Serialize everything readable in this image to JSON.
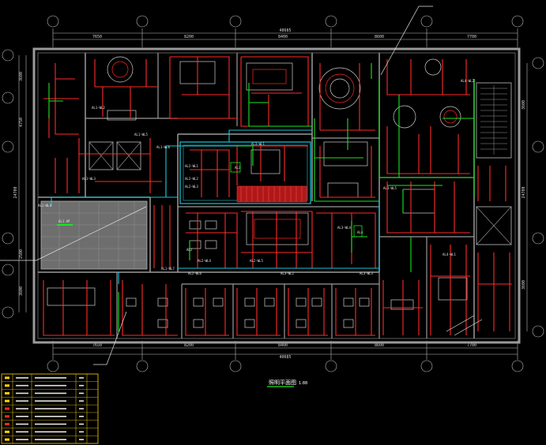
{
  "drawing": {
    "title": "照明平面图",
    "scale": "1:88",
    "colors": {
      "background": "#000000",
      "wall": "#9a9a9a",
      "axis": "#bdbdbd",
      "circuit_red": "#ff2a2a",
      "circuit_green": "#19e61e",
      "circuit_cyan": "#19c6d6",
      "label_white": "#e6e6e6",
      "legend_yellow": "#ffd400"
    }
  },
  "dimensions": {
    "top_total": "48685",
    "bottom_total": "40685",
    "top_segments": [
      "7650",
      "8200",
      "8400",
      "8600",
      "7700"
    ],
    "bottom_segments": [
      "7650",
      "8200",
      "8400",
      "8600",
      "7700"
    ],
    "left_segments": [
      "3600",
      "4750",
      "24700",
      "2500",
      "3600"
    ],
    "right_segments": [
      "3600",
      "24700",
      "3600"
    ]
  },
  "circuit_labels": [
    "AL1-WL2",
    "AL1-WL3",
    "AL1-WL4",
    "AL1-WL5",
    "AL1-WL6",
    "AL1-WL7",
    "AL2-WL1",
    "AL2-WL2",
    "AL2-WL3",
    "AL2-WL4",
    "AL2-WL5",
    "AL2-WL6",
    "AL3-WL1",
    "AL3-WL2",
    "AL3-WL3",
    "AL3-WL4",
    "AL3-WL5",
    "AL4-WL1",
    "AL4-WL2",
    "AL1 AP",
    "AL2",
    "AL3",
    "AL4"
  ],
  "legend": {
    "rows": [
      {
        "symbol_color": "#ffd400"
      },
      {
        "symbol_color": "#ffd400"
      },
      {
        "symbol_color": "#ffd400"
      },
      {
        "symbol_color": "#ffd400"
      },
      {
        "symbol_color": "#ff2a2a"
      },
      {
        "symbol_color": "#ff2a2a"
      },
      {
        "symbol_color": "#ff2a2a"
      },
      {
        "symbol_color": "#ffd400"
      },
      {
        "symbol_color": "#ffd400"
      }
    ]
  }
}
